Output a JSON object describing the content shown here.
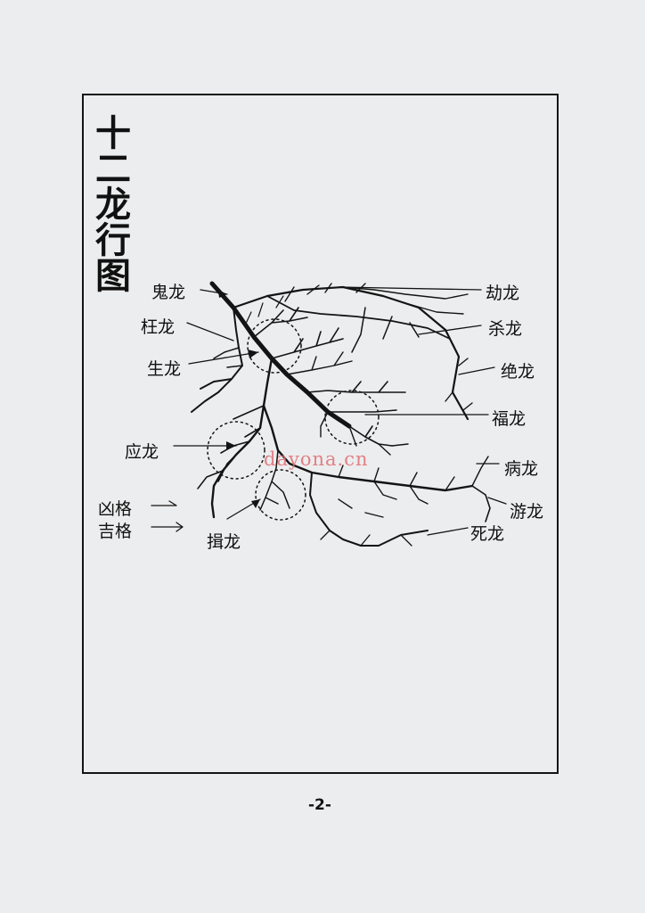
{
  "title": "十二龙行图",
  "labels": {
    "gui_long": "鬼龙",
    "wang_long": "枉龙",
    "sheng_long": "生龙",
    "ying_long": "应龙",
    "xiong_ge": "凶格",
    "ji_ge": "吉格",
    "yi_long": "揖龙",
    "jie_long": "劫龙",
    "sha_long": "杀龙",
    "jue_long": "绝龙",
    "fu_long": "福龙",
    "bing_long": "病龙",
    "you_long": "游龙",
    "si_long": "死龙"
  },
  "watermark": "dayona.cn",
  "page_number": "-2-"
}
